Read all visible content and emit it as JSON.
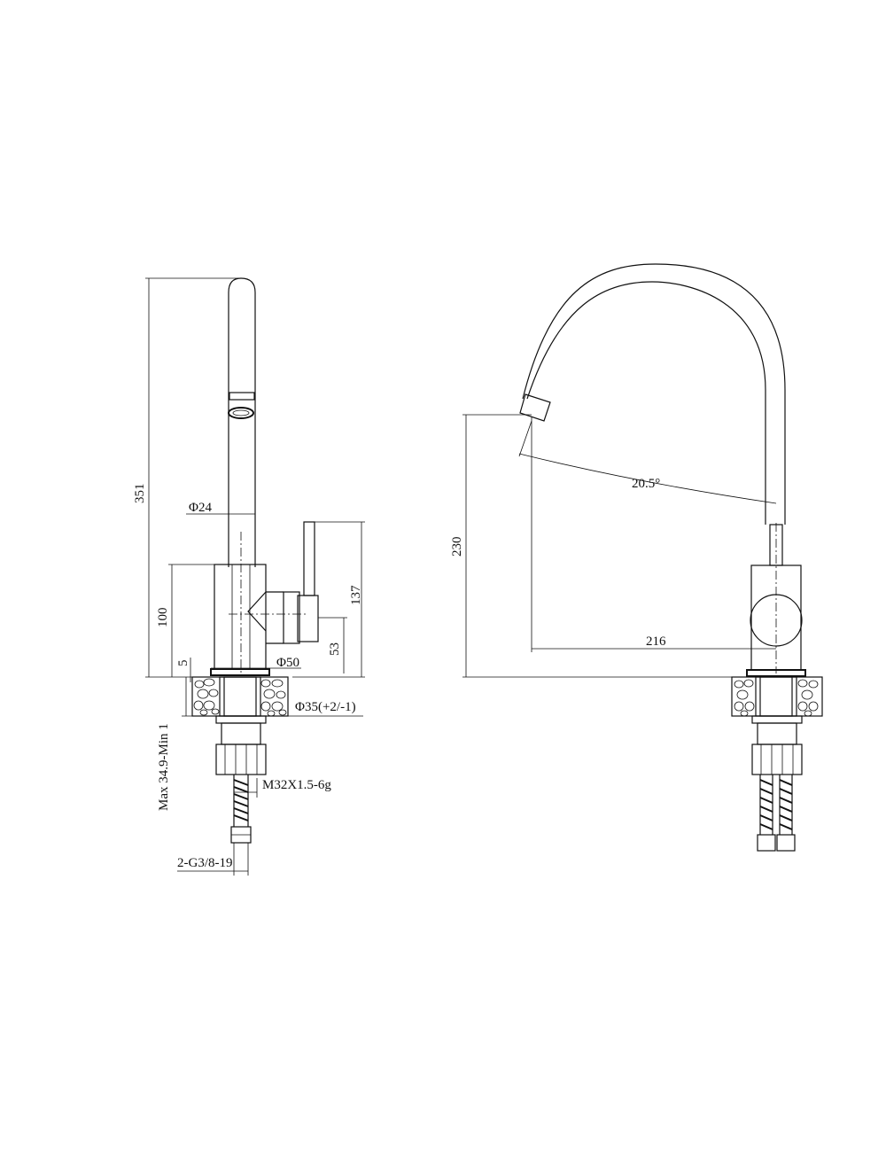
{
  "dimensions": {
    "total_height": "351",
    "spout_diameter": "Φ24",
    "body_height": "100",
    "handle_height": "137",
    "lever_height": "53",
    "base_thickness": "5",
    "base_diameter": "Φ50",
    "hole_diameter": "Φ35(+2/-1)",
    "counter_thickness": "Max 34.9-Min 1",
    "thread": "M32X1.5-6g",
    "hose_connection": "2-G3/8-19",
    "outlet_height": "230",
    "swing_angle": "20.5°",
    "reach": "216"
  },
  "colors": {
    "line": "#111111",
    "background": "#ffffff"
  }
}
